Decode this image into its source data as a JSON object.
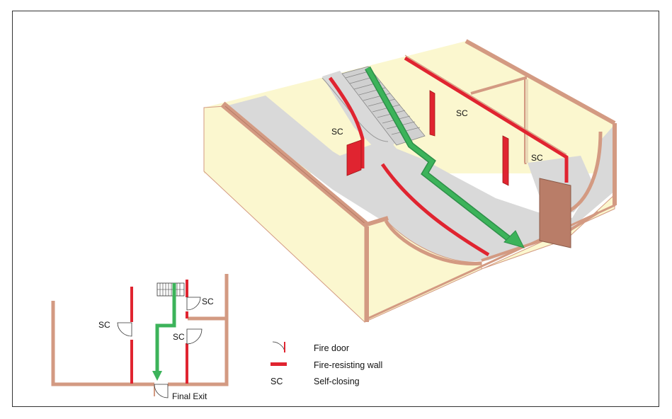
{
  "figure": {
    "iso_labels": {
      "sc_left": "SC",
      "sc_middle": "SC",
      "sc_right": "SC"
    },
    "plan_labels": {
      "sc_left": "SC",
      "sc_top_right": "SC",
      "sc_middle": "SC",
      "final_exit": "Final Exit"
    },
    "legend": [
      {
        "key": "fire_door",
        "label": "Fire door"
      },
      {
        "key": "fire_wall",
        "label": "Fire-resisting wall"
      },
      {
        "key": "sc",
        "symbol": "SC",
        "label": "Self-closing"
      }
    ],
    "colors": {
      "wall_fill": "#fbf7cf",
      "wall_edge": "#d39a82",
      "floor": "#d9d9d9",
      "fire_wall": "#e02430",
      "route_arrow": "#3cb35a",
      "exit_door": "#b97d68",
      "stairs": "#c8c8c8"
    }
  }
}
